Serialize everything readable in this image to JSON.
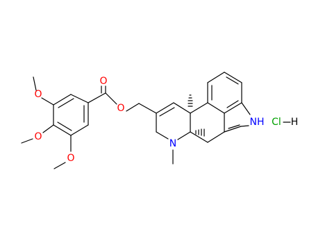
{
  "molecule": {
    "atoms": {
      "ester_carbonyl_o": "O",
      "ester_o": "O",
      "ome_top_o": "O",
      "ome_mid_o": "O",
      "ome_bot_o": "O",
      "amine_n": "N",
      "indole_nh": "NH"
    },
    "salt": {
      "cl": "Cl",
      "h": "H"
    },
    "colors": {
      "bond": "#000000",
      "oxygen": "#ff0000",
      "nitrogen": "#0000ff",
      "chlorine": "#00a000",
      "hydrogen": "#000000"
    }
  }
}
